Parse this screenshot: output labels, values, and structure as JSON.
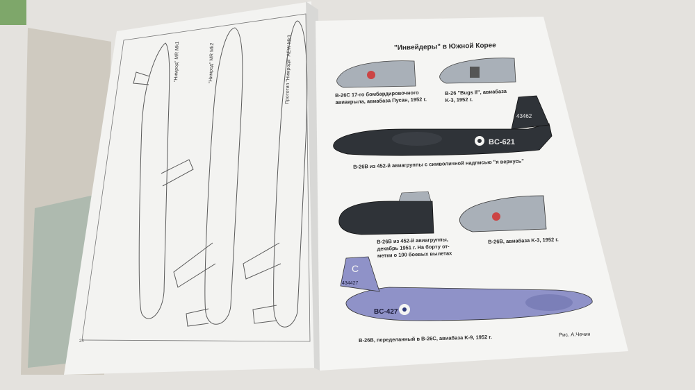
{
  "spread": {
    "right_page": {
      "title": "\"Инвейдеры\" в Южной Корее",
      "captions": [
        {
          "id": "c1",
          "lines": [
            "B-26C 17-го бомбардировочного",
            "авиакрыла, авиабаза Пусан, 1952 г."
          ]
        },
        {
          "id": "c2",
          "lines": [
            "B-26 \"Bugs II\", авиабаза",
            "K-3, 1952 г."
          ]
        },
        {
          "id": "c3",
          "lines": [
            "B-26B из 452-й авиагруппы с символичной надписью \"я вернусь\""
          ]
        },
        {
          "id": "c4",
          "lines": [
            "B-26B из 452-й авиагруппы,",
            "декабрь 1951 г. На борту от-",
            "метки о 100 боевых вылетах"
          ]
        },
        {
          "id": "c5",
          "lines": [
            "B-26B, авиабаза K-3, 1952 г."
          ]
        },
        {
          "id": "c6",
          "lines": [
            "B-26B, переделанный в B-26C, авиабаза K-9, 1952 г."
          ]
        }
      ],
      "credit": "Рис. А.Чечин",
      "aircraft_markings": {
        "dark_bomber_code": "BC-621",
        "dark_bomber_tail": "43462",
        "blue_bomber_code": "BC-427",
        "blue_bomber_tail": "434427",
        "blue_bomber_tail_letter": "C"
      }
    },
    "left_page": {
      "profile_labels": [
        "Прототип \"Нимрода\" AEW Mk3",
        "\"Нимрод\" MR Mk2",
        "\"Нимрод\" MR Mk1"
      ],
      "page_number": "24"
    }
  },
  "colors": {
    "table": "#e4e2de",
    "paper": "#f5f5f3",
    "line_art": "#5a5a5a",
    "dark_bomber": "#2f3338",
    "blue_bomber": "#8f92c8",
    "nose_grey": "#a9b0b8"
  }
}
